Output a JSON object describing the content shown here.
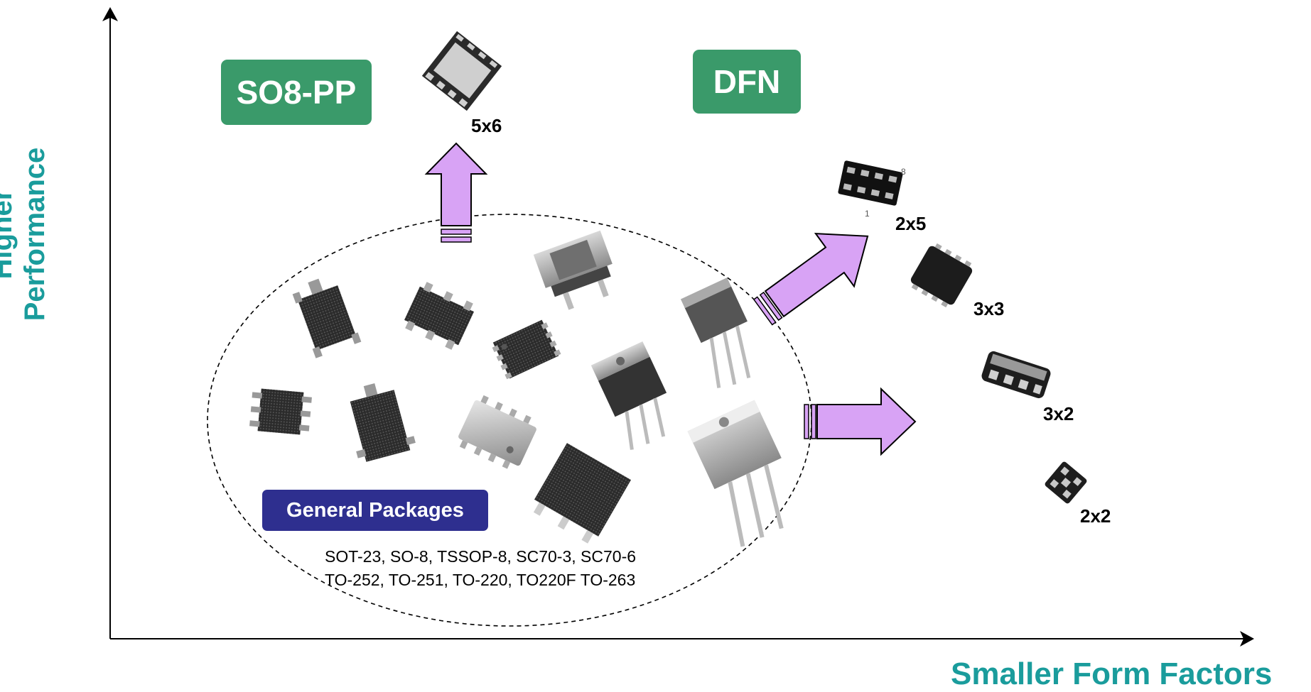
{
  "axes": {
    "y_label_line1": "Higher",
    "y_label_line2": "Performance",
    "x_label": "Smaller Form Factors"
  },
  "tags": {
    "so8pp": "SO8-PP",
    "dfn": "DFN",
    "general": "General Packages"
  },
  "sizes": {
    "s5x6": "5x6",
    "s2x5": "2x5",
    "s3x3": "3x3",
    "s3x2": "3x2",
    "s2x2": "2x2"
  },
  "pin_labels": {
    "pin8": "8",
    "pin1": "1"
  },
  "package_list": {
    "line1": "SOT-23, SO-8, TSSOP-8, SC70-3, SC70-6",
    "line2": "TO-252, TO-251, TO-220, TO220F TO-263"
  },
  "colors": {
    "tag_green": "#3a9a6a",
    "tag_navy": "#2e2f8f",
    "axis_label": "#1a9c9c",
    "arrow_fill": "#d8a3f5"
  },
  "icons": [
    "chip-5x6-icon",
    "chip-2x5-icon",
    "chip-3x3-icon",
    "chip-3x2-icon",
    "chip-2x2-icon",
    "sot23-icon",
    "sc70-icon",
    "so8-icon",
    "to252-icon",
    "to251-icon",
    "to220-icon",
    "to220f-icon",
    "to263-icon",
    "tssop8-icon"
  ]
}
